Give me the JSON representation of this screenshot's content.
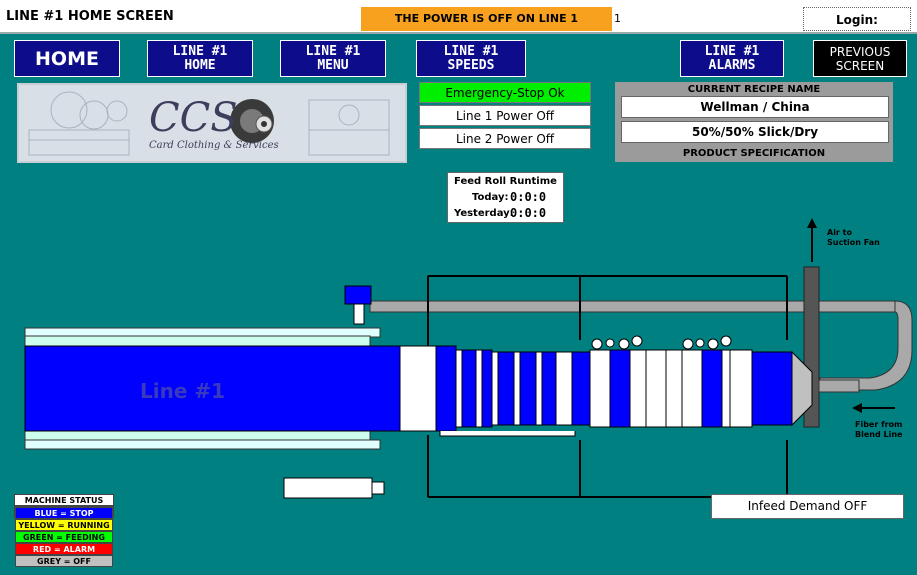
{
  "header": {
    "title": "LINE #1 HOME SCREEN",
    "power_status": "THE POWER IS OFF ON LINE 1",
    "extra": "1",
    "login": "Login:"
  },
  "nav": {
    "home": "HOME",
    "line_home": [
      "LINE #1",
      "HOME"
    ],
    "line_menu": [
      "LINE #1",
      "MENU"
    ],
    "line_speeds": [
      "LINE #1",
      "SPEEDS"
    ],
    "line_alarms": [
      "LINE #1",
      "ALARMS"
    ],
    "previous": [
      "PREVIOUS",
      "SCREEN"
    ]
  },
  "logo": {
    "brand": "CCS",
    "tagline": "Card Clothing & Services"
  },
  "status": {
    "estop": "Emergency-Stop Ok",
    "line1": "Line 1 Power Off",
    "line2": "Line 2 Power Off"
  },
  "recipe": {
    "header": "CURRENT RECIPE NAME",
    "name": "Wellman / China",
    "spec_value": "50%/50% Slick/Dry",
    "footer": "PRODUCT SPECIFICATION"
  },
  "feed_roll": {
    "title": "Feed Roll Runtime",
    "today_label": "Today:",
    "today_value": "0:0:0",
    "yesterday_label": "Yesterday:",
    "yesterday_value": "0:0:0"
  },
  "diagram": {
    "line_label": "Line #1",
    "air_label": [
      "Air to",
      "Suction Fan"
    ],
    "fiber_label": [
      "Fiber from",
      "Blend Line"
    ]
  },
  "infeed": "Infeed Demand OFF",
  "legend": {
    "title": "MACHINE STATUS",
    "items": [
      {
        "text": "BLUE = STOP",
        "bg": "#0000ff",
        "fg": "#ffffff"
      },
      {
        "text": "YELLOW = RUNNING",
        "bg": "#ffff00",
        "fg": "#000000"
      },
      {
        "text": "GREEN = FEEDING",
        "bg": "#00ff00",
        "fg": "#000000"
      },
      {
        "text": "RED = ALARM",
        "bg": "#ff0000",
        "fg": "#ffffff"
      },
      {
        "text": "GREY = OFF",
        "bg": "#c0c0c0",
        "fg": "#000000"
      }
    ]
  },
  "colors": {
    "background": "#008080",
    "nav_button": "#0d0d8c",
    "machine_blue": "#0000ff",
    "power_warning": "#f8a11f"
  }
}
